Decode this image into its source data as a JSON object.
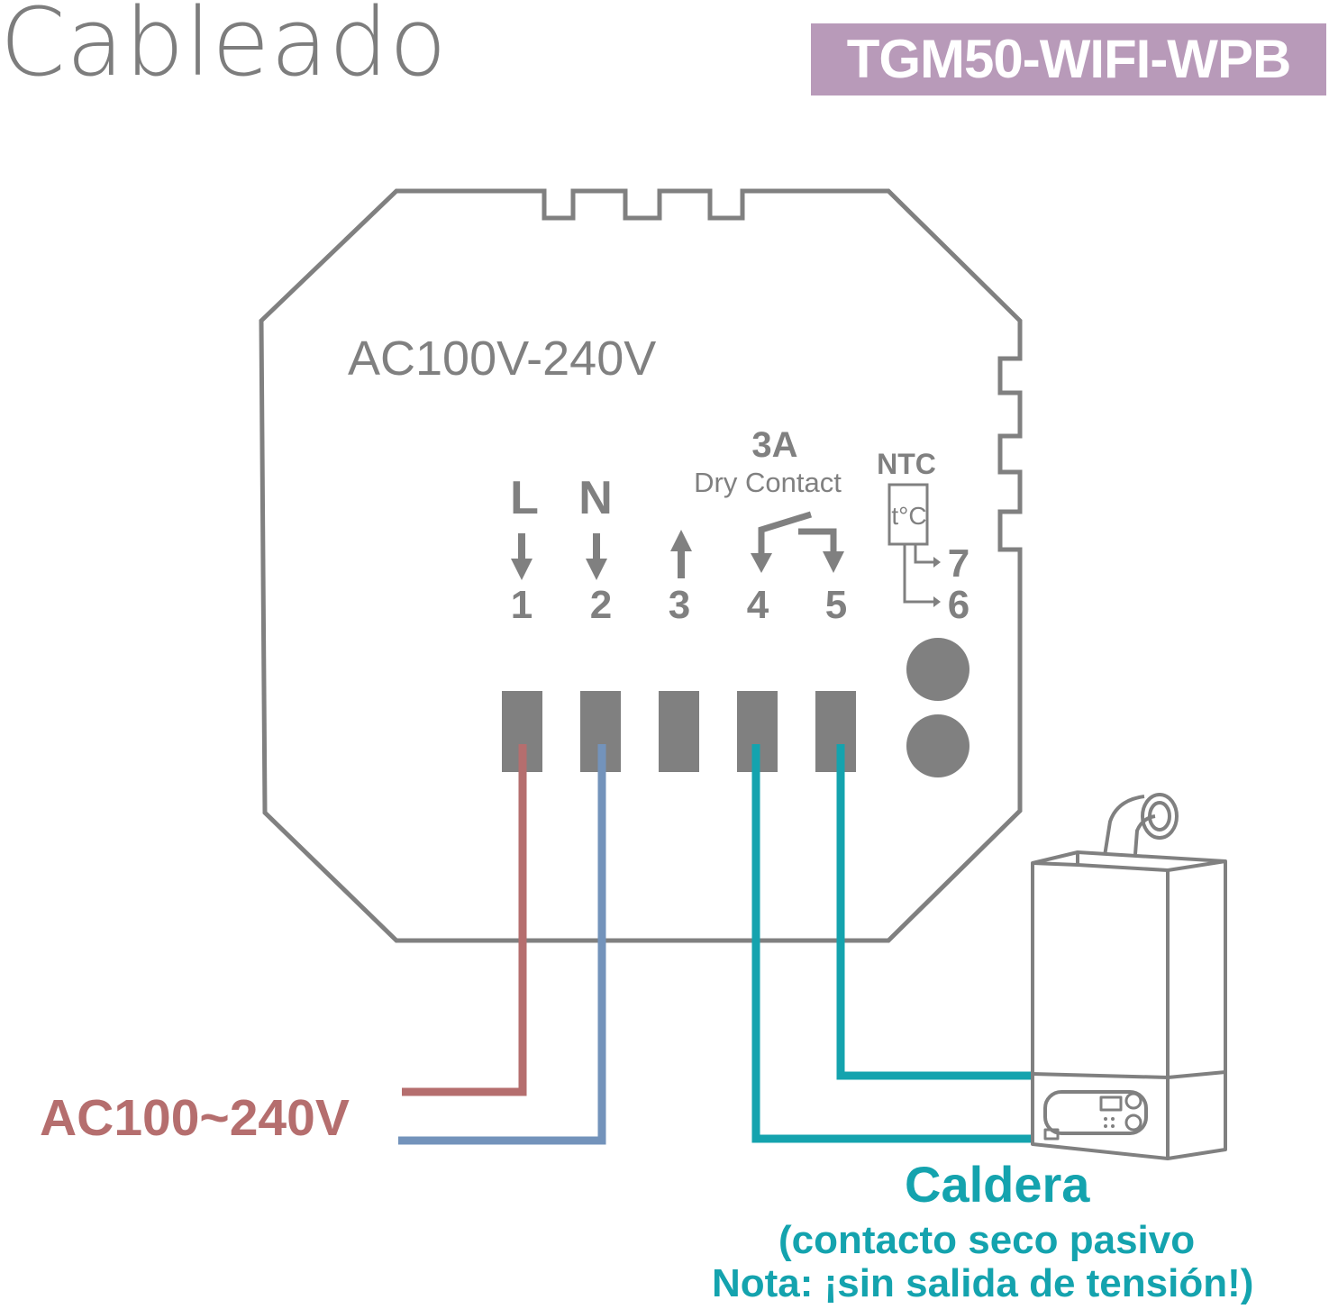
{
  "title": "Cableado",
  "model": "TGM50-WIFI-WPB",
  "device": {
    "voltage_label": "AC100V-240V",
    "relay_rating": "3A",
    "relay_type": "Dry Contact",
    "sensor_label": "NTC",
    "sensor_symbol": "t°C",
    "terminal_letters": [
      "L",
      "N"
    ],
    "terminals": [
      "1",
      "2",
      "3",
      "4",
      "5"
    ],
    "sensor_terminals": [
      "7",
      "6"
    ]
  },
  "supply_label": "AC100~240V",
  "boiler": {
    "title": "Caldera",
    "note_line1": "(contacto seco pasivo",
    "note_line2": "Nota: ¡sin salida de tensión!)"
  },
  "colors": {
    "outline": "#808080",
    "terminal": "#808080",
    "live_wire": "#b56e6e",
    "neutral_wire": "#7393bb",
    "boiler_wire": "#14a3ae",
    "badge": "#b89ab9"
  }
}
